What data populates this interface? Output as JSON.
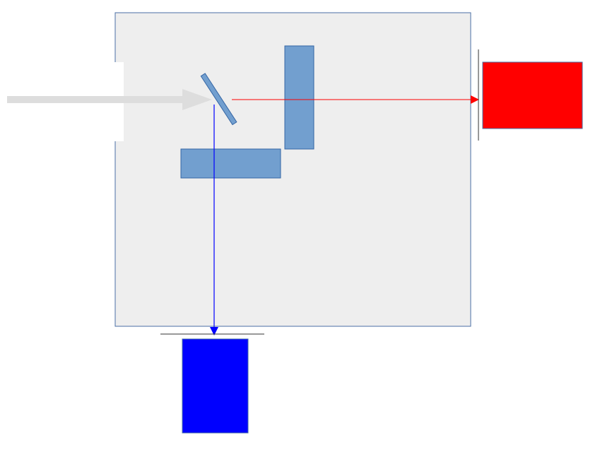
{
  "diagram": {
    "type": "optical-beam-splitter-schematic",
    "colors": {
      "background": "#ffffff",
      "enclosure_fill": "#eeeeee",
      "enclosure_stroke": "#4a6fa5",
      "optic_fill": "#729fcf",
      "optic_stroke": "#3465a4",
      "input_beam": "#dddddd",
      "reflected_beam": "#ff0000",
      "transmitted_beam": "#0000ff",
      "red_detector": "#ff0000",
      "blue_detector": "#0000ff",
      "window_line": "#333333"
    },
    "elements": [
      {
        "name": "enclosure",
        "shape": "rectangle"
      },
      {
        "name": "input-aperture",
        "shape": "rectangle"
      },
      {
        "name": "input-beam-arrow",
        "shape": "arrow"
      },
      {
        "name": "dichroic-mirror",
        "shape": "tilted-rectangle"
      },
      {
        "name": "vertical-filter",
        "shape": "rectangle"
      },
      {
        "name": "horizontal-filter",
        "shape": "rectangle"
      },
      {
        "name": "red-beam",
        "shape": "arrow"
      },
      {
        "name": "blue-beam",
        "shape": "arrow"
      },
      {
        "name": "red-detector-window",
        "shape": "line"
      },
      {
        "name": "blue-detector-window",
        "shape": "line"
      },
      {
        "name": "red-detector",
        "shape": "rectangle"
      },
      {
        "name": "blue-detector",
        "shape": "rectangle"
      }
    ]
  }
}
